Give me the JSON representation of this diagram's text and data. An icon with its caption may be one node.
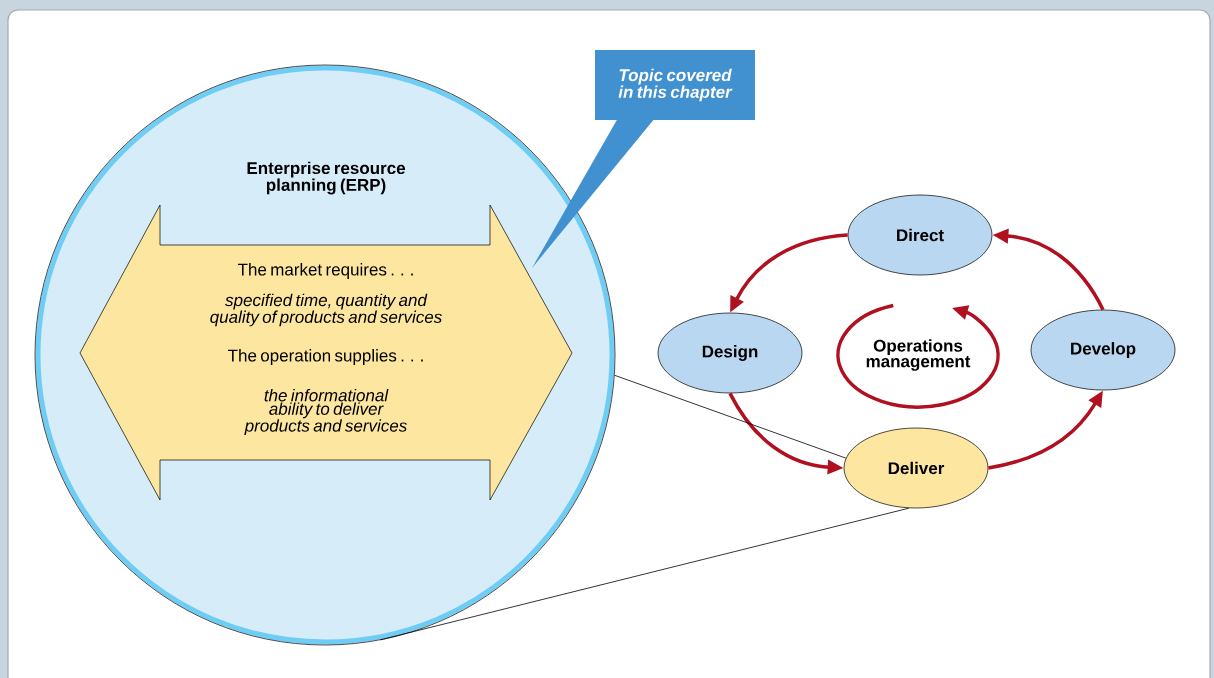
{
  "diagram": {
    "nodes": [
      {
        "text": [
          "Enterprise resource planning (ERP)"
        ]
      },
      {
        "text": [
          "The market requires . . .",
          "specified time, quantity and quality of products and services",
          "The operation supplies . . .",
          "the informational ability to deliver products and services"
        ],
        "in": 0
      },
      {
        "text": [
          "Topic covered in this chapter"
        ]
      },
      {
        "text": [
          "Direct"
        ]
      },
      {
        "text": [
          "Design"
        ]
      },
      {
        "text": [
          "Operations management"
        ]
      },
      {
        "text": [
          "Develop"
        ]
      },
      {
        "text": [
          "Deliver"
        ]
      }
    ],
    "edges": [
      {
        "from": 3,
        "to": 4,
        "arrow": "to"
      },
      {
        "from": 4,
        "to": 7,
        "arrow": "to"
      },
      {
        "from": 7,
        "to": 6,
        "arrow": "to"
      },
      {
        "from": 6,
        "to": 3,
        "arrow": "to"
      },
      {
        "from": 0,
        "to": 7,
        "arrow": "none",
        "color": "#000000"
      },
      {
        "from": 0,
        "to": 7,
        "arrow": "none",
        "color": "#000000"
      }
    ]
  }
}
